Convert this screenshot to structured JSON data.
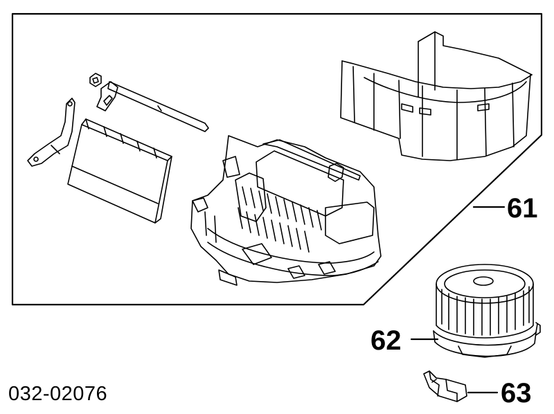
{
  "callouts": [
    {
      "id": "61",
      "label": "61",
      "part": "blower-housing-assembly"
    },
    {
      "id": "62",
      "label": "62",
      "part": "blower-motor-fan"
    },
    {
      "id": "63",
      "label": "63",
      "part": "resistor"
    }
  ],
  "diagram_code": "032-02076",
  "colors": {
    "line": "#000000",
    "background": "#ffffff"
  }
}
